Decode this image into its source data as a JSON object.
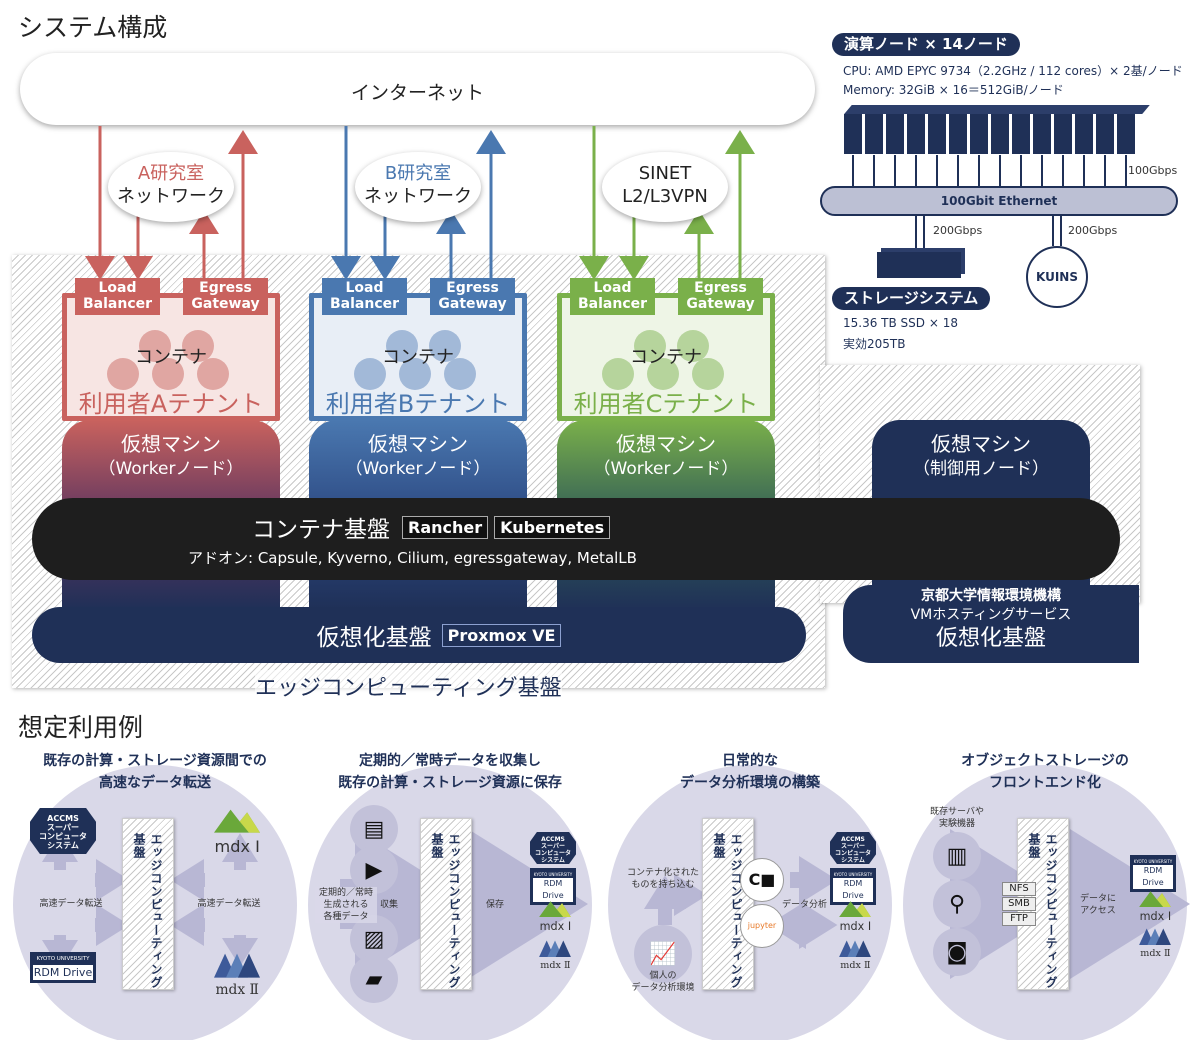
{
  "system": {
    "title": "システム構成",
    "internet": "インターネット",
    "networks": [
      {
        "line1": "A研究室",
        "line2": "ネットワーク",
        "color": "#c9625e"
      },
      {
        "line1": "B研究室",
        "line2": "ネットワーク",
        "color": "#4a78b0"
      },
      {
        "line1": "SINET",
        "line2": "L2/L3VPN",
        "color": "#7ab04a"
      }
    ],
    "tenants": [
      {
        "lb": [
          "Load",
          "Balancer"
        ],
        "eg": [
          "Egress",
          "Gateway"
        ],
        "container": "コンテナ",
        "name": "利用者Aテナント",
        "color": "#c9625e",
        "bg": "#f7e5e3",
        "dot": "#e0a6a2"
      },
      {
        "lb": [
          "Load",
          "Balancer"
        ],
        "eg": [
          "Egress",
          "Gateway"
        ],
        "container": "コンテナ",
        "name": "利用者Bテナント",
        "color": "#4a78b0",
        "bg": "#e8eef6",
        "dot": "#a2b9d8"
      },
      {
        "lb": [
          "Load",
          "Balancer"
        ],
        "eg": [
          "Egress",
          "Gateway"
        ],
        "container": "コンテナ",
        "name": "利用者Cテナント",
        "color": "#7ab04a",
        "bg": "#eef5e6",
        "dot": "#b6d49c"
      }
    ],
    "worker_vm": {
      "line1": "仮想マシン",
      "line2": "（Workerノード）"
    },
    "control_vm": {
      "line1": "仮想マシン",
      "line2": "（制御用ノード）"
    },
    "container_platform": {
      "label": "コンテナ基盤",
      "chips": [
        "Rancher",
        "Kubernetes"
      ],
      "addons": "アドオン: Capsule, Kyverno, Cilium, egressgateway, MetalLB"
    },
    "virtualization": {
      "label": "仮想化基盤",
      "chip": "Proxmox VE"
    },
    "kyoto_vm": {
      "line1": "京都大学情報環境機構",
      "line2": "VMホスティングサービス",
      "line3": "仮想化基盤"
    },
    "edge_label": "エッジコンピューティング基盤",
    "compute": {
      "badge": "演算ノード × 14ノード",
      "cpu": "CPU: AMD EPYC 9734（2.2GHz / 112 cores）× 2基/ノード",
      "memory": "Memory: 32GiB × 16＝512GiB/ノード",
      "node_count": 14,
      "link": "100Gbps"
    },
    "ethernet": "100Gbit Ethernet",
    "storage_link": "200Gbps",
    "kuins_link": "200Gbps",
    "kuins": "KUINS",
    "storage": {
      "badge": "ストレージシステム",
      "line1": "15.36 TB SSD × 18",
      "line2": "実効205TB"
    },
    "colors": {
      "navy": "#1f3057",
      "black": "#1e1e1e"
    }
  },
  "usecases": {
    "title": "想定利用例",
    "edge": "エッジコンピューティング基盤",
    "accms": [
      "ACCMS",
      "スーパー",
      "コンピュータ",
      "システム"
    ],
    "kyoto_univ": "KYOTO UNIVERSITY",
    "rdm": "RDM Drive",
    "mdx1": "mdx Ⅰ",
    "mdx2": "mdx Ⅱ",
    "items": [
      {
        "title1": "既存の計算・ストレージ資源間での",
        "title2": "高速なデータ転送",
        "left_label": "高速データ転送",
        "right_label": "高速データ転送"
      },
      {
        "title1": "定期的／常時データを収集し",
        "title2": "既存の計算・ストレージ資源に保存",
        "data_label": [
          "定期的／常時",
          "生成される",
          "各種データ"
        ],
        "collect": "収集",
        "store": "保存"
      },
      {
        "title1": "日常的な",
        "title2": "データ分析環境の構築",
        "bring": [
          "コンテナ化された",
          "ものを持ち込む"
        ],
        "personal": [
          "個人の",
          "データ分析環境"
        ],
        "analysis": "データ分析",
        "jupyter": "jupyter"
      },
      {
        "title1": "オブジェクトストレージの",
        "title2": "フロントエンド化",
        "devices": [
          "既存サーバや",
          "実験機器"
        ],
        "protocols": [
          "NFS",
          "SMB",
          "FTP"
        ],
        "access": [
          "データに",
          "アクセス"
        ]
      }
    ]
  }
}
